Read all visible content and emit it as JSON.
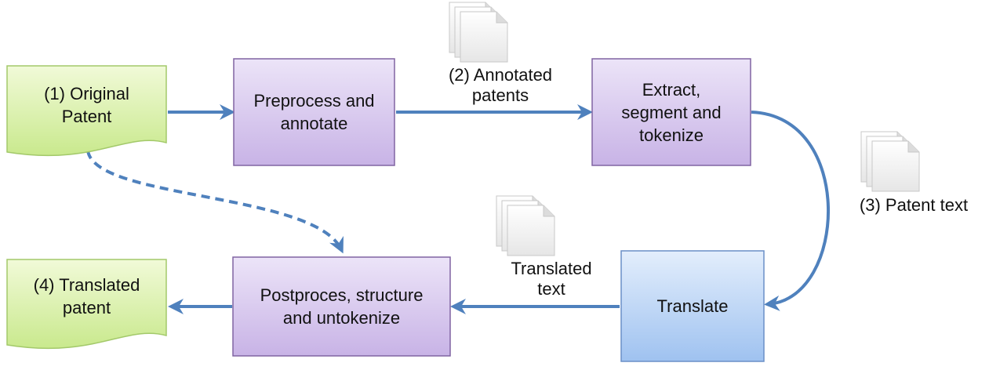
{
  "nodes": {
    "original_patent": {
      "label": "(1) Original\nPatent",
      "kind": "document"
    },
    "preprocess": {
      "label": "Preprocess and\nannotate",
      "kind": "process"
    },
    "extract": {
      "label": "Extract,\nsegment and\ntokenize",
      "kind": "process"
    },
    "translate": {
      "label": "Translate",
      "kind": "process"
    },
    "postprocess": {
      "label": "Postproces,  structure\nand untokenize",
      "kind": "process"
    },
    "translated_patent": {
      "label": "(4) Translated\npatent",
      "kind": "document"
    }
  },
  "edge_labels": {
    "annotated_patents": "(2) Annotated\npatents",
    "patent_text": "(3) Patent text",
    "translated_text": "Translated\ntext"
  },
  "edges": [
    {
      "from": "original_patent",
      "to": "preprocess",
      "style": "solid"
    },
    {
      "from": "preprocess",
      "to": "extract",
      "style": "solid",
      "label": "annotated_patents"
    },
    {
      "from": "extract",
      "to": "translate",
      "style": "solid",
      "label": "patent_text"
    },
    {
      "from": "translate",
      "to": "postprocess",
      "style": "solid",
      "label": "translated_text"
    },
    {
      "from": "postprocess",
      "to": "translated_patent",
      "style": "solid"
    },
    {
      "from": "original_patent",
      "to": "postprocess",
      "style": "dashed"
    }
  ],
  "colors": {
    "document_fill": "#d8efa8",
    "document_stroke": "#a3c96a",
    "process_fill": "#d6c6ec",
    "process_stroke": "#8064a2",
    "translate_fill": "#b5d3f5",
    "translate_stroke": "#6a8fc7",
    "arrow": "#4f81bd",
    "doc_icon": "#f2f2f2"
  },
  "icons": [
    "document-stack-icon",
    "document-stack-icon",
    "document-stack-icon"
  ]
}
